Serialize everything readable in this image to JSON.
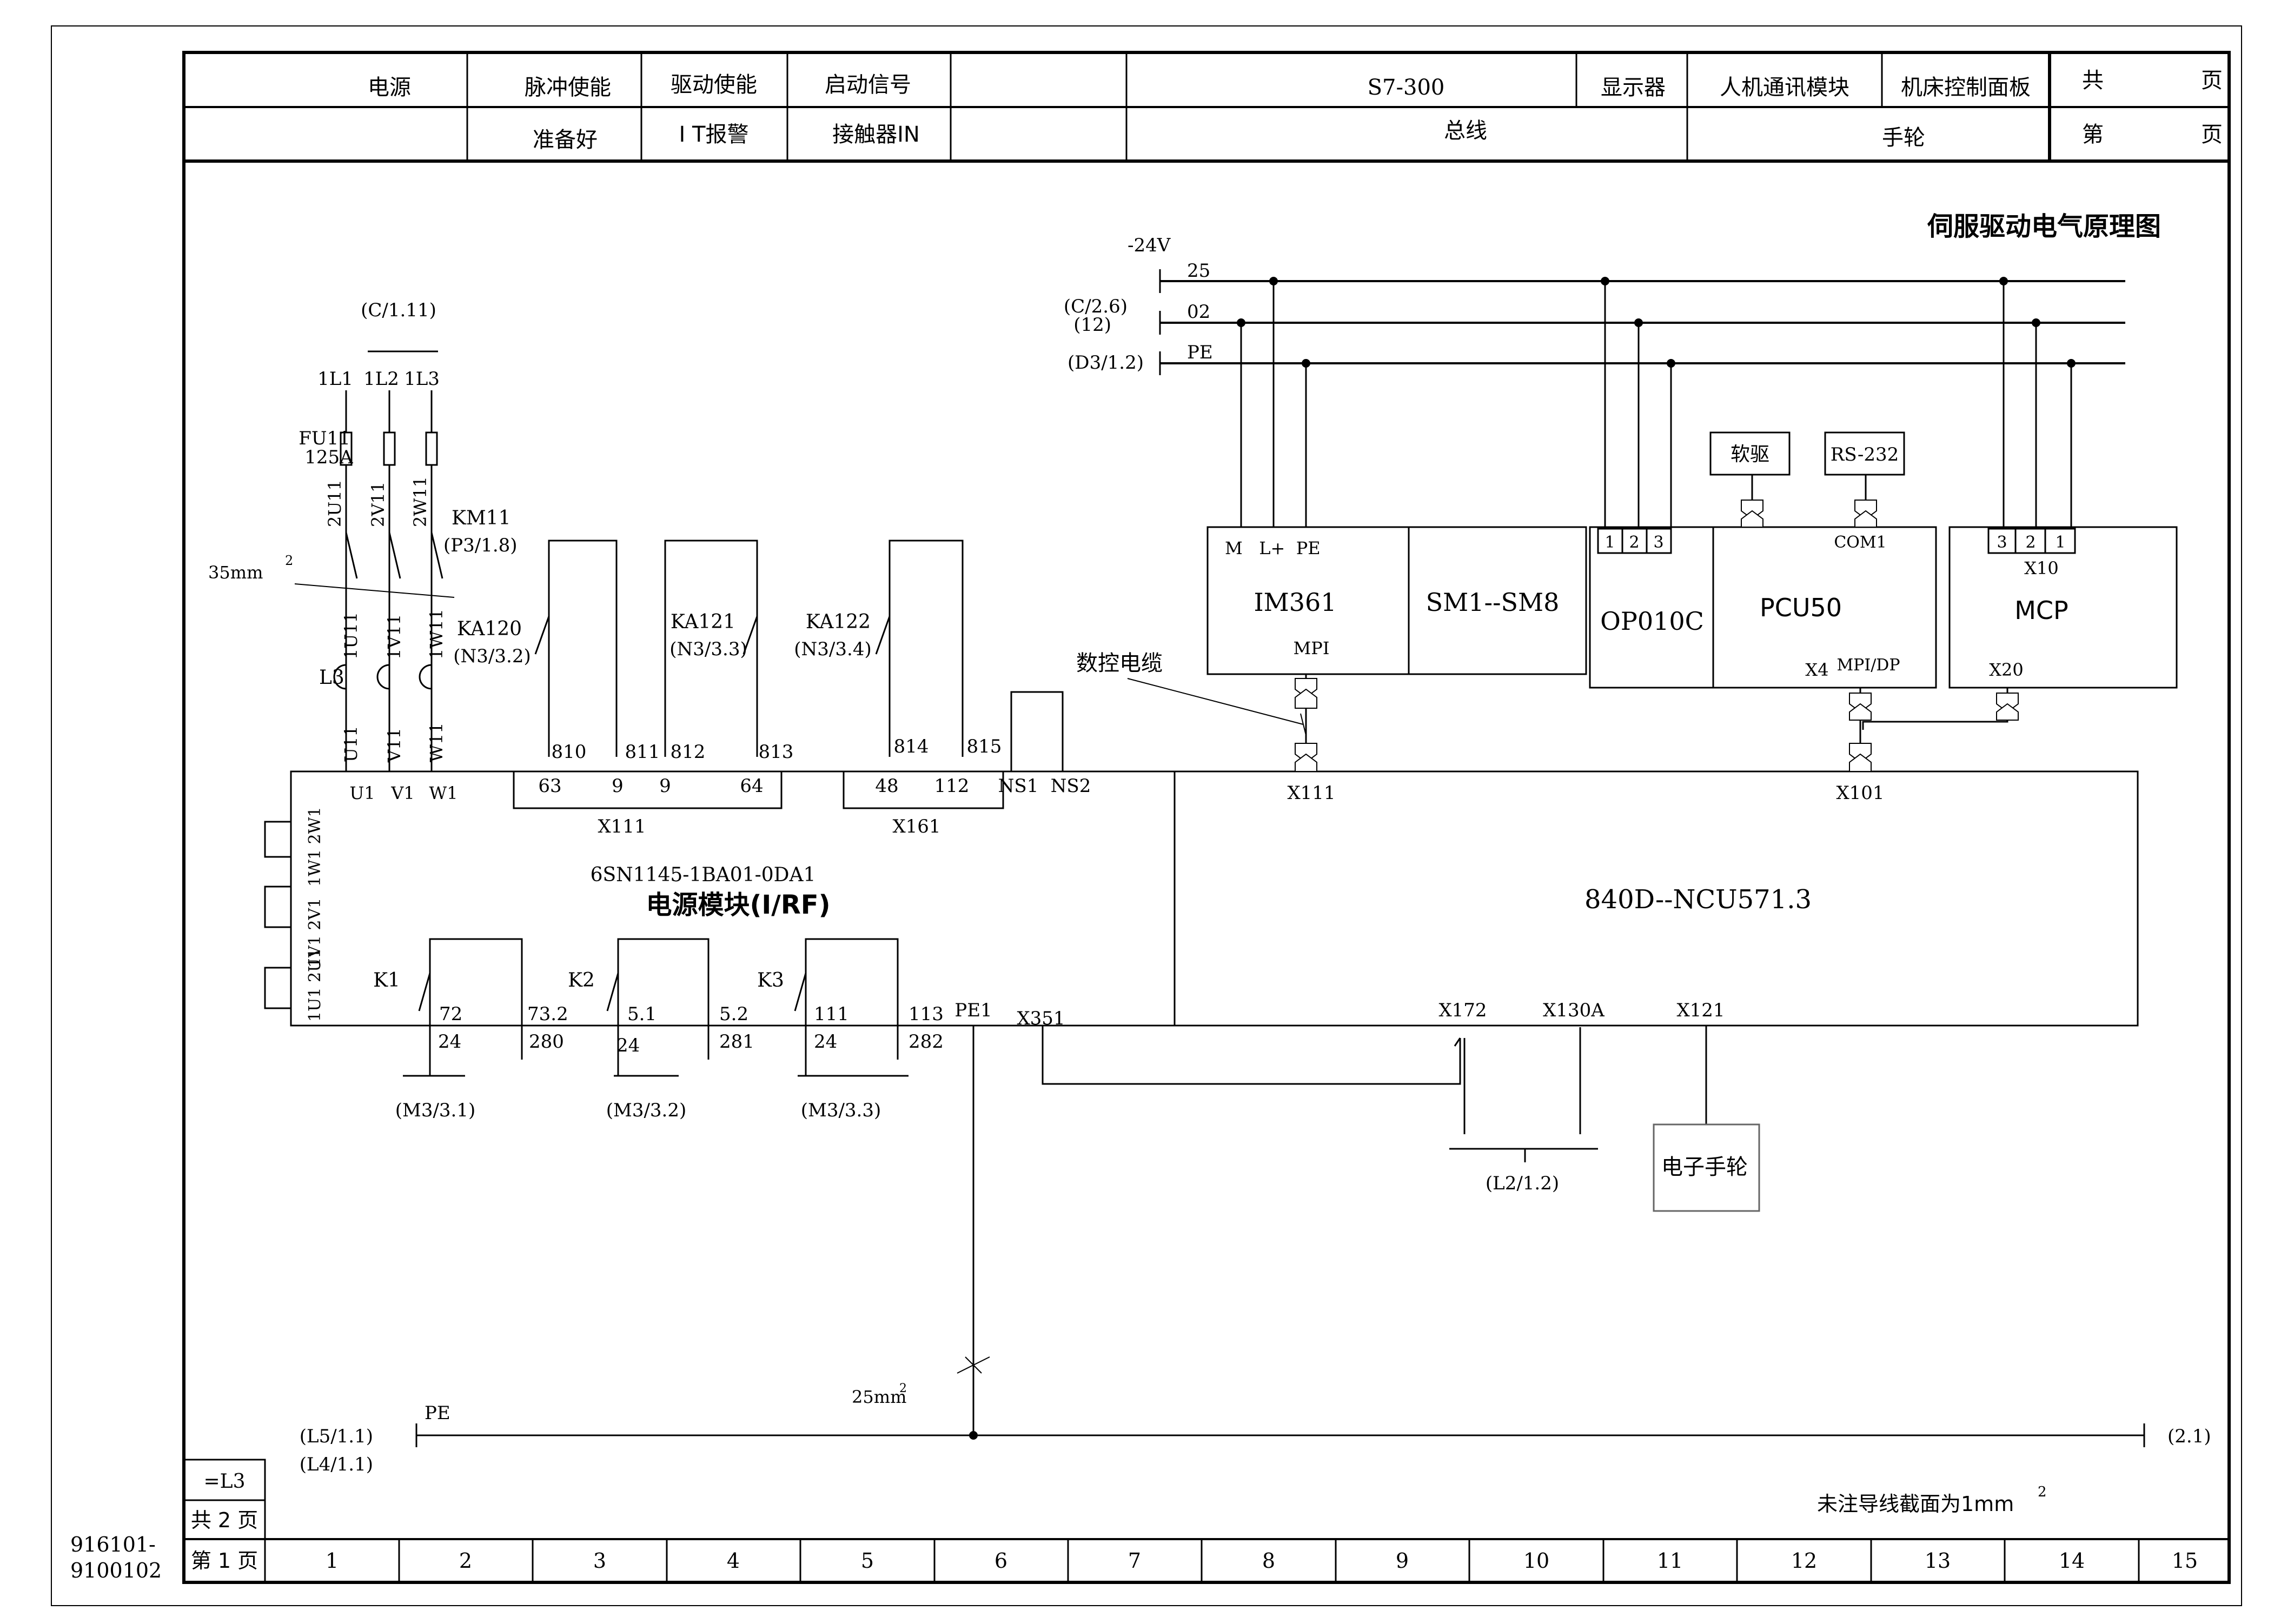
{
  "title_block": {
    "top_row": [
      "电源",
      "脉冲使能",
      "驱动使能",
      "启动信号",
      "S7-300",
      "显示器",
      "人机通讯模块",
      "机床控制面板"
    ],
    "bottom_row": [
      "准备好",
      "I T报警",
      "接触器IN",
      "总线",
      "手轮"
    ],
    "total_pages_label": "共",
    "current_page_label": "第",
    "page_unit": "页"
  },
  "drawing_title": "伺服驱动电气原理图",
  "bus": {
    "voltage": "-24V",
    "wire_25": "25",
    "wire_02": "02",
    "wire_pe": "PE",
    "ref_c26": "(C/2.6)",
    "ref_12": "(12)",
    "ref_d312": "(D3/1.2)"
  },
  "power_input": {
    "ref": "(C/1.11)",
    "phases": [
      "1L1",
      "1L2",
      "1L3"
    ],
    "fuse": "FU11",
    "fuse_rating": "125A",
    "fuse_out": [
      "2U11",
      "2V11",
      "2W11"
    ],
    "contactor": "KM11",
    "contactor_ref": "(P3/1.8)",
    "cable_size": "35mm",
    "cable_sup": "2",
    "reactor_in": [
      "1U11",
      "1V11",
      "1W11"
    ],
    "reactor": "L3",
    "module_in": [
      "U11",
      "V11",
      "W11"
    ],
    "terminals": [
      "U1",
      "V1",
      "W1"
    ]
  },
  "relays": {
    "ka120": "KA120",
    "ka120_ref": "(N3/3.2)",
    "ka121": "KA121",
    "ka121_ref": "(N3/3.3)",
    "ka122": "KA122",
    "ka122_ref": "(N3/3.4)"
  },
  "x111_terms": {
    "t810": "810",
    "t811": "811",
    "t812": "812",
    "t813": "813",
    "t63": "63",
    "t9a": "9",
    "t9b": "9",
    "t64": "64",
    "label": "X111"
  },
  "x161_terms": {
    "t814": "814",
    "t815": "815",
    "t48": "48",
    "t112": "112",
    "label": "X161",
    "ns1": "NS1",
    "ns2": "NS2"
  },
  "psu": {
    "part_number": "6SN1145-1BA01-0DA1",
    "name": "电源模块(I/RF)",
    "side_top": "1W1 2W1",
    "side_mid": "1V1 2V1",
    "side_bot": "1U1 2U1"
  },
  "k_contacts": {
    "k1": "K1",
    "k1a": "72",
    "k1b": "73.2",
    "k1c": "24",
    "k1d": "280",
    "k1ref": "(M3/3.1)",
    "k2": "K2",
    "k2a": "5.1",
    "k2b": "5.2",
    "k2c": "24",
    "k2d": "281",
    "k2ref": "(M3/3.2)",
    "k3": "K3",
    "k3a": "111",
    "k3b": "113",
    "k3c": "24",
    "k3d": "282",
    "k3ref": "(M3/3.3)",
    "pe1": "PE1",
    "x351": "X351"
  },
  "ncu": {
    "name": "840D--NCU571.3",
    "x111": "X111",
    "x101": "X101",
    "x172": "X172",
    "x130a": "X130A",
    "x121": "X121",
    "ref_l2": "(L2/1.2)",
    "handwheel": "电子手轮",
    "nc_cable": "数控电缆"
  },
  "modules": {
    "im361": "IM361",
    "im_terms": "M   L+  PE",
    "mpi": "MPI",
    "sm": "SM1--SM8",
    "op": "OP010C",
    "op_terms": [
      "1",
      "2",
      "3"
    ],
    "pcu": "PCU50",
    "com1": "COM1",
    "x4": "X4",
    "mpidp": "MPI/DP",
    "soft_drive": "软驱",
    "rs232": "RS-232",
    "mcp": "MCP",
    "mcp_terms": [
      "3",
      "2",
      "1"
    ],
    "x10": "X10",
    "x20": "X20"
  },
  "pe_bus": {
    "label": "PE",
    "ref_left1": "(L5/1.1)",
    "ref_left2": "(L4/1.1)",
    "ref_right": "(2.1)",
    "size": "25mm",
    "size_sup": "2"
  },
  "note": "未注导线截面为1mm",
  "note_sup": "2",
  "left_block": {
    "tag": "=L3",
    "total": "共 2 页",
    "current": "第 1 页",
    "drawing_no_1": "916101-",
    "drawing_no_2": "9100102"
  },
  "columns": [
    "1",
    "2",
    "3",
    "4",
    "5",
    "6",
    "7",
    "8",
    "9",
    "10",
    "11",
    "12",
    "13",
    "14",
    "15"
  ]
}
